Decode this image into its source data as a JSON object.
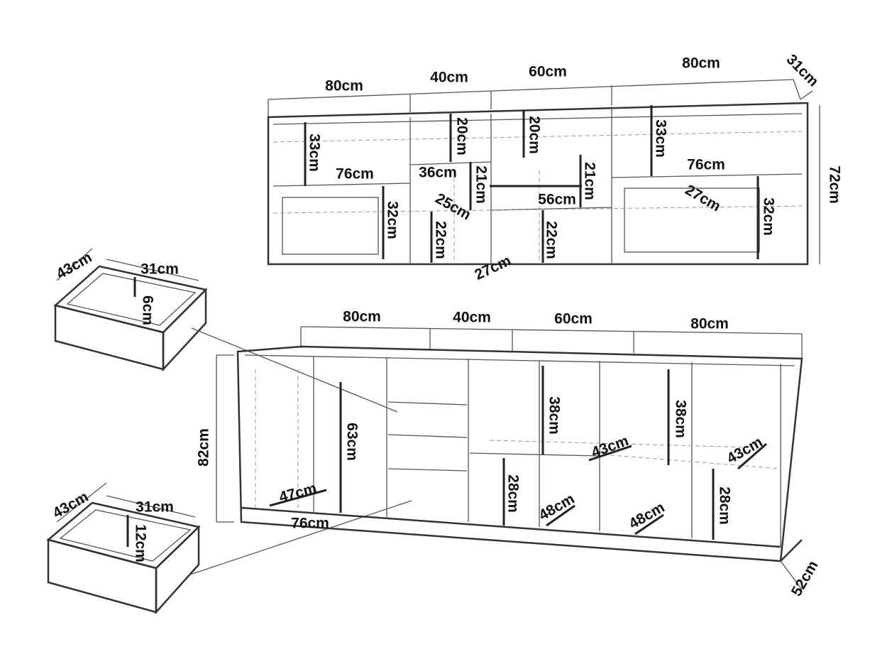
{
  "wall_unit": {
    "widths": [
      "80cm",
      "40cm",
      "60cm",
      "80cm"
    ],
    "depth": "31cm",
    "height": "72cm",
    "inner": [
      "33cm",
      "76cm",
      "36cm",
      "20cm",
      "21cm",
      "25cm",
      "22cm",
      "20cm",
      "21cm",
      "56cm",
      "22cm",
      "27cm",
      "33cm",
      "76cm",
      "27cm",
      "32cm",
      "32cm"
    ]
  },
  "drawer_small": {
    "depth": "43cm",
    "width": "31cm",
    "height": "6cm"
  },
  "drawer_large": {
    "depth": "43cm",
    "width": "31cm",
    "height": "12cm"
  },
  "sideboard": {
    "widths": [
      "80cm",
      "40cm",
      "60cm",
      "80cm"
    ],
    "height": "82cm",
    "depth": "52cm",
    "inner": [
      "63cm",
      "47cm",
      "76cm",
      "38cm",
      "43cm",
      "28cm",
      "48cm",
      "38cm",
      "43cm",
      "28cm",
      "48cm"
    ]
  }
}
